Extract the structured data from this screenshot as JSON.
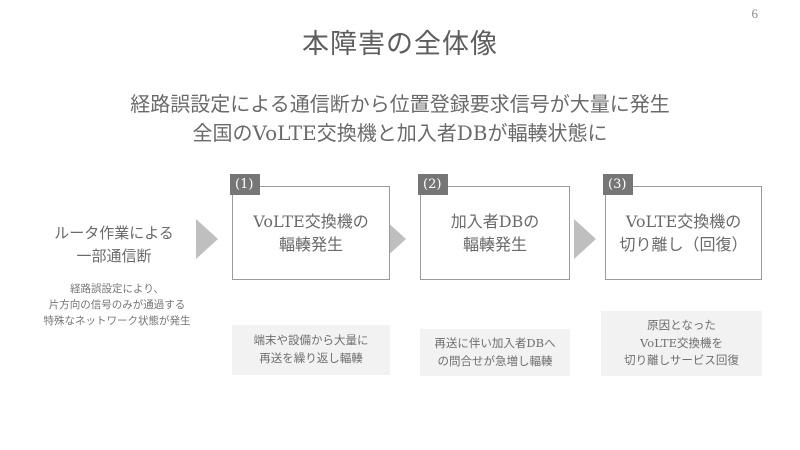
{
  "slide": {
    "page_number": "6",
    "title": "本障害の全体像",
    "subtitle_lines": [
      "経路誤設定による通信断から位置登録要求信号が大量に発生",
      "全国のVoLTE交換機と加入者DBが輻輳状態に"
    ]
  },
  "origin": {
    "label_lines": [
      "ルータ作業による",
      "一部通信断"
    ],
    "note_lines": [
      "経路誤設定により、",
      "片方向の信号のみが通過する",
      "特殊なネットワーク状態が発生"
    ]
  },
  "flow": {
    "arrow_icon": "triangle-right-icon",
    "steps": [
      {
        "tab": "(1)",
        "title_lines": [
          "VoLTE交換機の",
          "輻輳発生"
        ],
        "caption_lines": [
          "端末や設備から大量に",
          "再送を繰り返し輻輳"
        ]
      },
      {
        "tab": "(2)",
        "title_lines": [
          "加入者DBの",
          "輻輳発生"
        ],
        "caption_lines": [
          "再送に伴い加入者DBへ",
          "の問合せが急増し輻輳"
        ]
      },
      {
        "tab": "(3)",
        "title_lines": [
          "VoLTE交換機の",
          "切り離し（回復）"
        ],
        "caption_lines": [
          "原因となった",
          "VoLTE交換機を",
          "切り離しサービス回復"
        ]
      }
    ]
  },
  "colors": {
    "text_primary": "#5e5e5e",
    "text_secondary": "#6a6a6a",
    "tab_background": "#767676",
    "arrow": "#bfbfbf",
    "box_border": "#9b9b9b",
    "caption_background": "#f2f2f2",
    "page_background": "#ffffff"
  }
}
